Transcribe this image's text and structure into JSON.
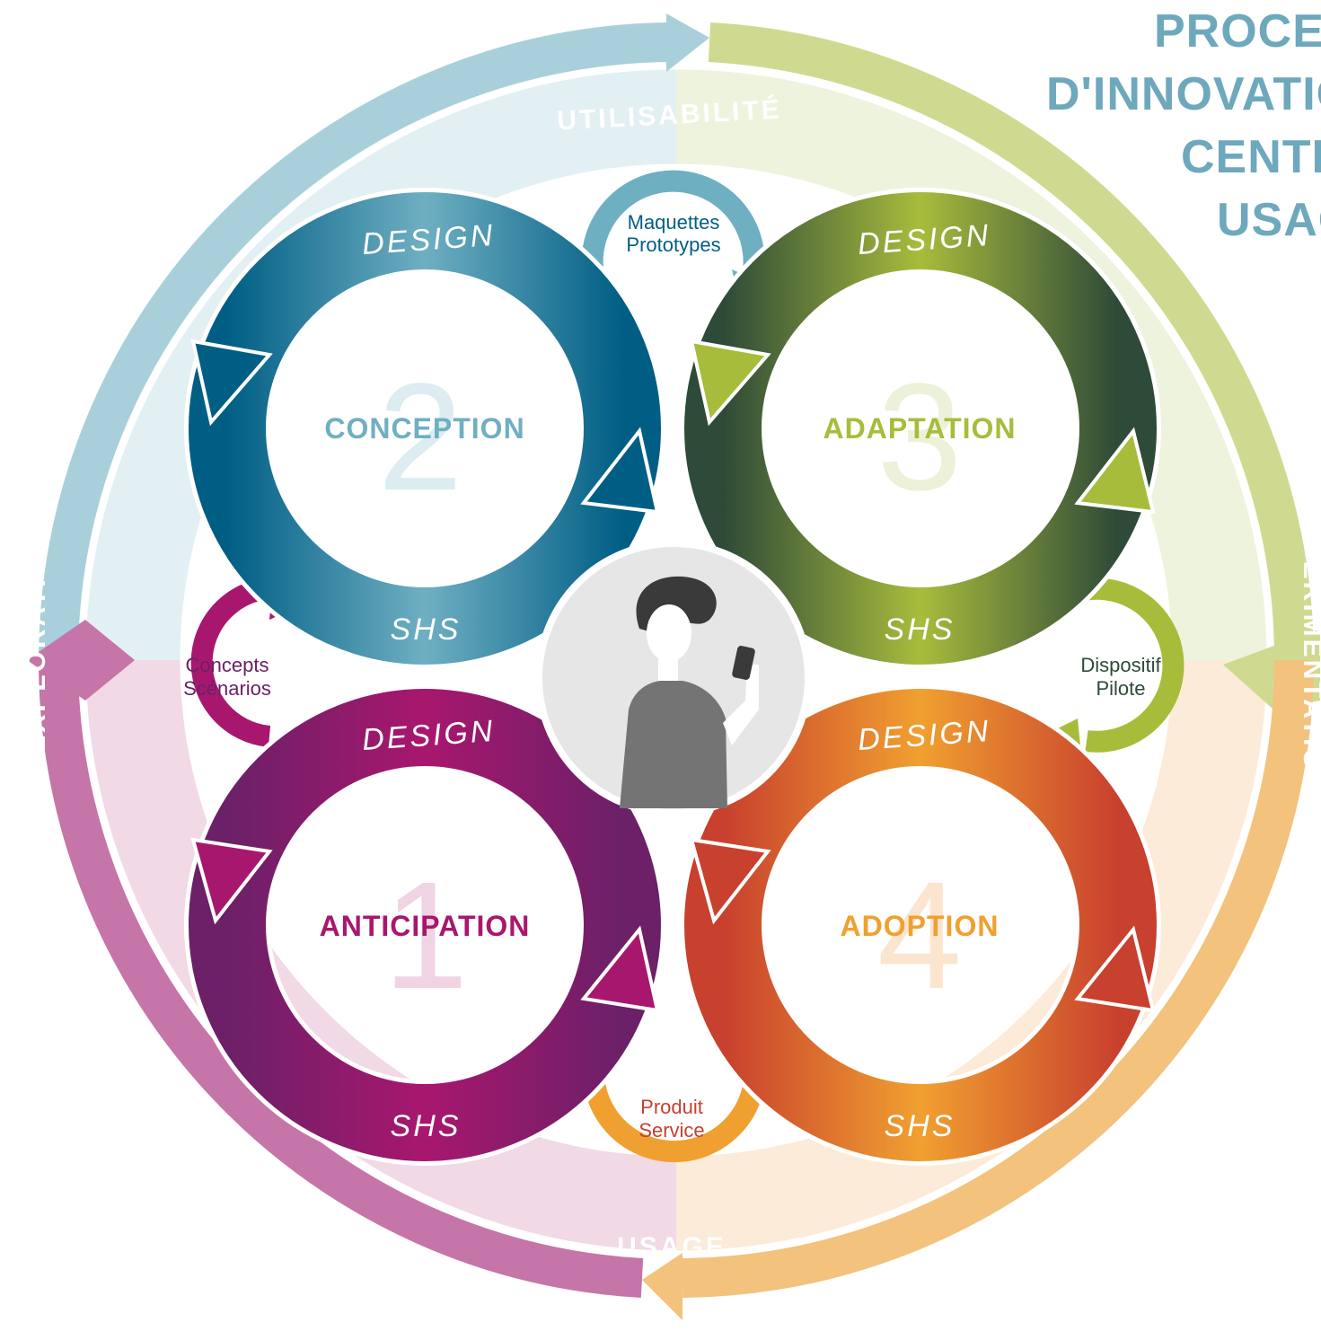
{
  "title_lines": [
    "PROCESSUS",
    "D'INNOVATION",
    "CENTRÉ",
    "USAGE"
  ],
  "outer_ring": {
    "top": "UTILISABILITÉ",
    "right": "EXPERIMENTATION",
    "bottom": "USAGE",
    "left": "EXPLORATION"
  },
  "cycles": [
    {
      "id": "anticipation",
      "number": "1",
      "name": "ANTICIPATION",
      "top_label": "DESIGN",
      "bottom_label": "SHS",
      "color": "#a8176e",
      "color_dark": "#6b2068",
      "number_color": "#f0d4e4"
    },
    {
      "id": "conception",
      "number": "2",
      "name": "CONCEPTION",
      "top_label": "DESIGN",
      "bottom_label": "SHS",
      "color": "#6fafc2",
      "color_dark": "#005e85",
      "number_color": "#dcecf1"
    },
    {
      "id": "adaptation",
      "number": "3",
      "name": "ADAPTATION",
      "top_label": "DESIGN",
      "bottom_label": "SHS",
      "color": "#a8bc3c",
      "color_dark": "#2e4a38",
      "number_color": "#ecf1d9"
    },
    {
      "id": "adoption",
      "number": "4",
      "name": "ADOPTION",
      "top_label": "DESIGN",
      "bottom_label": "SHS",
      "color": "#f0a030",
      "color_dark": "#c8402e",
      "number_color": "#fbe5cf"
    }
  ],
  "links": [
    {
      "id": "concepts-scenarios",
      "lines": [
        "Concepts",
        "Scénarios"
      ],
      "color": "#a8176e",
      "text_color": "#6b2068"
    },
    {
      "id": "maquettes-prototypes",
      "lines": [
        "Maquettes",
        "Prototypes"
      ],
      "color": "#6fafc2",
      "text_color": "#005e85"
    },
    {
      "id": "dispositif-pilote",
      "lines": [
        "Dispositif",
        "Pilote"
      ],
      "color": "#a8bc3c",
      "text_color": "#2e4a38"
    },
    {
      "id": "produit-service",
      "lines": [
        "Produit",
        "Service"
      ],
      "color": "#f0a030",
      "text_color": "#c8402e"
    }
  ],
  "colors": {
    "title": "#6ea8bd",
    "outer_blue": "#a9d0da",
    "outer_green": "#cfda90",
    "outer_orange": "#f3c27c",
    "outer_pink": "#c675a8",
    "user_circle": "#e6e6e6",
    "user_figure": "#747474"
  },
  "icons": {
    "center": "user-with-phone-icon"
  }
}
